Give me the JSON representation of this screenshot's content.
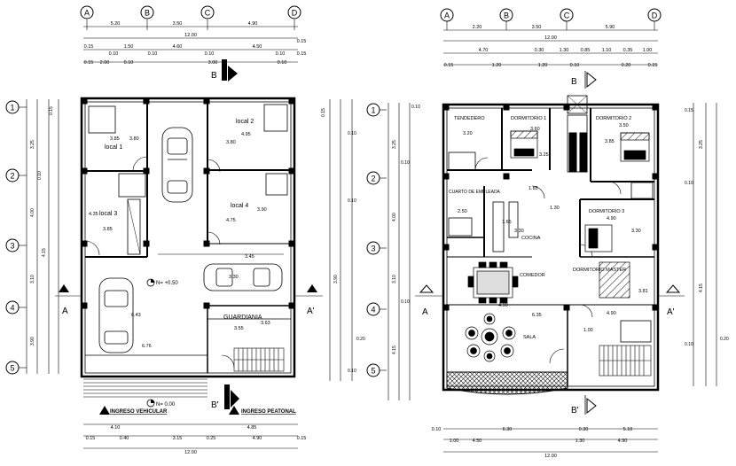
{
  "left_plan": {
    "col_axes": [
      "A",
      "B",
      "C",
      "D"
    ],
    "row_axes": [
      "1",
      "2",
      "3",
      "4",
      "5"
    ],
    "top_dims_row1": [
      "5.20",
      "3.50",
      "4.90"
    ],
    "top_total": "12.00",
    "top_dims_row2": [
      "0.15",
      "0.10",
      "1.50",
      "0.10",
      "4.60",
      "0.10",
      "4.50",
      "0.10",
      "0.15"
    ],
    "top_dims_row3": [
      "0.15",
      "2.00",
      "0.10",
      "3.00",
      "0.10",
      "0.15"
    ],
    "rooms": {
      "local2": "local 2",
      "local1": "local 1",
      "local4": "local 4",
      "local3": "local 3",
      "guardiania": "GUARDIANIA"
    },
    "room_dims": [
      "3.85",
      "3.80",
      "4.95",
      "3.80",
      "4.75",
      "3.90",
      "4.35",
      "3.85",
      "3.45",
      "3.30",
      "6.43",
      "6.76",
      "3.55",
      "3.63"
    ],
    "levels": {
      "upper": "N= +0.50",
      "lower": "N= 0.00"
    },
    "section_marks": {
      "b_top": "B",
      "b_bottom": "B'",
      "a_left": "A",
      "a_right": "A'"
    },
    "entrances": [
      "INGRESO VEHICULAR",
      "INGRESO PEATONAL"
    ],
    "bottom_dims": [
      "4.10",
      "4.85",
      "0.15",
      "0.40",
      "3.15",
      "0.25",
      "4.90",
      "0.15"
    ],
    "bottom_total": "12.00",
    "side_dims_left": [
      "0.15",
      "3.25",
      "0.10",
      "4.00",
      "3.10",
      "4.15",
      "3.90"
    ],
    "side_dims_right": [
      "0.15",
      "0.10",
      "0.10",
      "3.90",
      "0.20",
      "0.10"
    ]
  },
  "right_plan": {
    "col_axes": [
      "A",
      "B",
      "C",
      "D"
    ],
    "row_axes": [
      "1",
      "2",
      "3",
      "4",
      "5"
    ],
    "top_dims_row1": [
      "2.20",
      "3.50",
      "5.90"
    ],
    "top_total": "12.00",
    "top_dims_row2": [
      "4.70",
      "0.30",
      "1.30",
      "0.85",
      "1.10",
      "0.35",
      "1.00"
    ],
    "top_dims_row3": [
      "0.15",
      "1.20",
      "1.20",
      "0.10",
      "0.20",
      "0.15"
    ],
    "rooms": {
      "tendedero": "TENDEDERO",
      "dorm1": "DORMITORIO 1",
      "dorm2": "DORMITORIO 2",
      "cuarto_empleada": "CUARTO DE EMPLEADA",
      "cocina": "COCINA",
      "dorm3": "DORMITORIO 3",
      "comedor": "COMEDOR",
      "dorm_master": "DORMITORIO MASTER",
      "sala": "SALA"
    },
    "room_dims": [
      "3.20",
      "3.60",
      "3.50",
      "3.85",
      "3.25",
      "1.85",
      "2.50",
      "1.65",
      "1.30",
      "3.30",
      "4.90",
      "3.30",
      "4.90",
      "6.35",
      "4.90",
      "3.81",
      "1.00"
    ],
    "section_marks": {
      "b_top": "B",
      "b_bottom": "B'",
      "a_left": "A",
      "a_right": "A'"
    },
    "bottom_dims": [
      "0.10",
      "6.30",
      "0.30",
      "5.10",
      "1.00",
      "4.50",
      "1.30",
      "4.90"
    ],
    "bottom_total": "12.00",
    "side_dims_left": [
      "0.10",
      "3.25",
      "0.10",
      "4.00",
      "3.10",
      "0.10",
      "4.15"
    ],
    "side_dims_right": [
      "0.15",
      "3.25",
      "0.10",
      "4.15",
      "0.10",
      "0.20"
    ]
  }
}
